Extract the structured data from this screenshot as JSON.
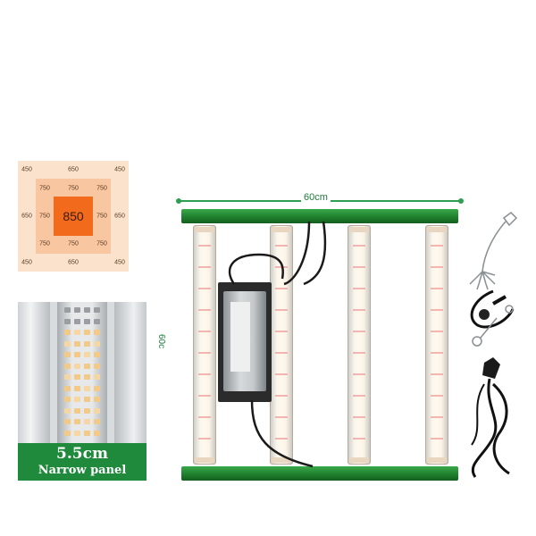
{
  "ppfd_map": {
    "center_value": "850",
    "corner_values": [
      "450",
      "450",
      "450",
      "450"
    ],
    "edge_values": [
      "650",
      "650",
      "650",
      "650"
    ],
    "inner_values": [
      "750",
      "750",
      "750",
      "750",
      "750",
      "750",
      "750",
      "750"
    ]
  },
  "panel_detail": {
    "size": "5.5cm",
    "caption": "Narrow panel"
  },
  "light": {
    "width_label": "60cm",
    "height_label": "60c",
    "strip_count": 4,
    "colors": {
      "frame": "#1e7d2c",
      "badge": "#1f8a3b",
      "accent": "#f26a1b"
    }
  },
  "accessories": [
    "rope-hanger-icon",
    "yoyo-ratchet-icon",
    "power-cord-icon"
  ]
}
